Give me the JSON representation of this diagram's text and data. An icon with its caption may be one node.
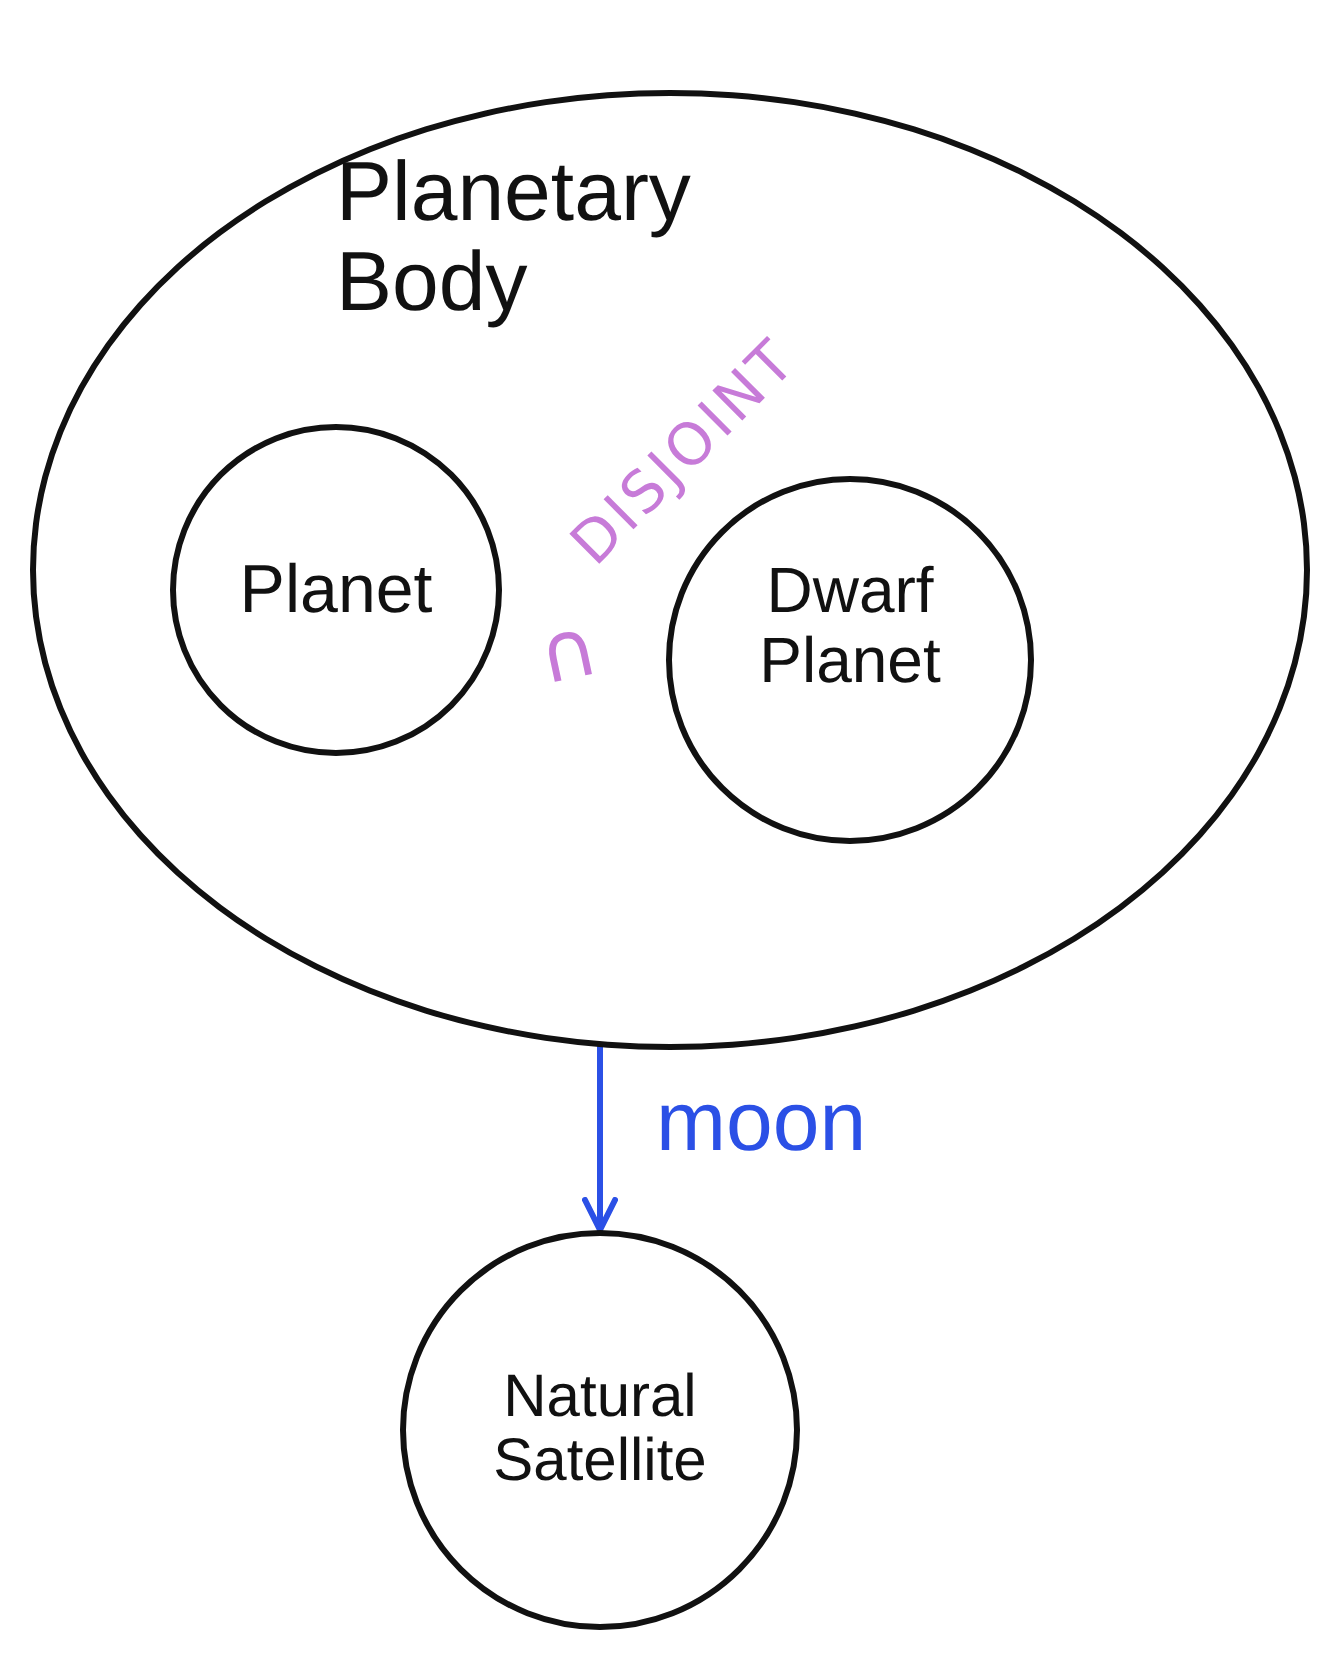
{
  "diagram": {
    "nodes": [
      {
        "text": [
          "Planetary Body"
        ]
      },
      {
        "text": [
          "Planet"
        ],
        "in": 0
      },
      {
        "text": [
          "Dwarf Planet"
        ],
        "in": 0
      },
      {
        "text": [
          "Natural Satellite"
        ]
      }
    ],
    "edges": [
      {
        "from": 0,
        "to": 3,
        "arrow": "to",
        "label": "moon",
        "color": "#2b50e6"
      }
    ],
    "labels": [
      "∩",
      "DISJOINT"
    ]
  }
}
